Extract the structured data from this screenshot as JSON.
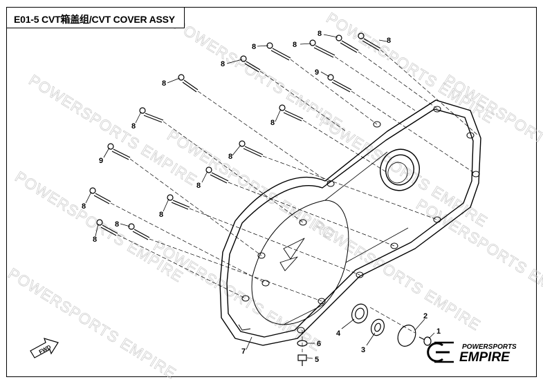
{
  "title": "E01-5 CVT箱盖组/CVT COVER ASSY",
  "watermark": "POWERSPORTS EMPIRE",
  "logo": {
    "top": "POWERSPORTS",
    "main": "EMPIRE"
  },
  "fwd_label": "FWD",
  "callouts": [
    "8",
    "8",
    "8",
    "8",
    "8",
    "8",
    "8",
    "9",
    "8",
    "8",
    "8",
    "9",
    "8",
    "8",
    "8",
    "8",
    "8",
    "8",
    "1",
    "2",
    "3",
    "4",
    "5",
    "6",
    "7"
  ]
}
